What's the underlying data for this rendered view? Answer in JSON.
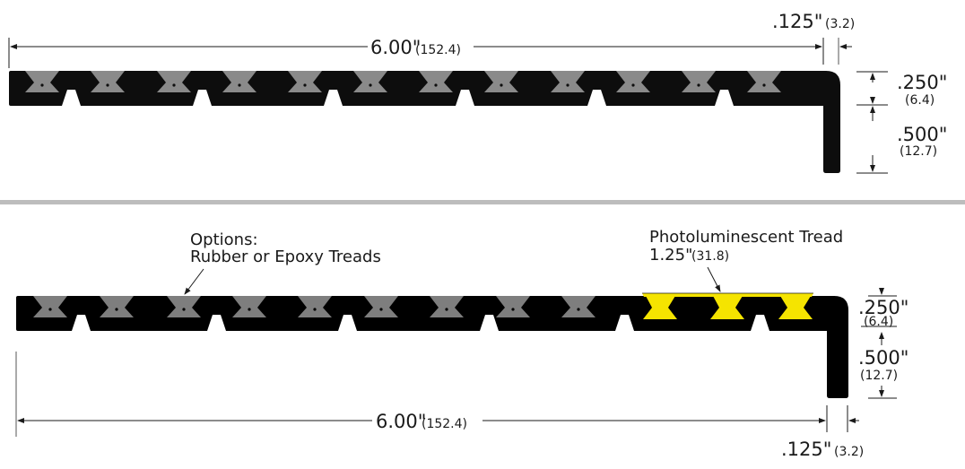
{
  "colors": {
    "body": "#0d0d0d",
    "tread": "#8a8a8a",
    "photoluminescent": "#f5e400",
    "divider": "#bdbdbd",
    "line": "#1a1a1a"
  },
  "top_profile": {
    "width_dim": {
      "imperial": "6.00\"",
      "metric": "(152.4)"
    },
    "nose_dim": {
      "imperial": ".125\"",
      "metric": "(3.2)"
    },
    "thickness_dim": {
      "imperial": ".250\"",
      "metric": "(6.4)"
    },
    "leg_dim": {
      "imperial": ".500\"",
      "metric": "(12.7)"
    },
    "tread_count": 12,
    "tread_color": "gray"
  },
  "bottom_profile": {
    "options_label": {
      "line1": "Options:",
      "line2": "Rubber or Epoxy Treads"
    },
    "photo_label": {
      "line1": "Photoluminescent Tread",
      "imperial": "1.25\"",
      "metric": "(31.8)"
    },
    "width_dim": {
      "imperial": "6.00\"",
      "metric": "(152.4)"
    },
    "nose_dim": {
      "imperial": ".125\"",
      "metric": "(3.2)"
    },
    "thickness_dim": {
      "imperial": ".250\"",
      "metric": "(6.4)"
    },
    "leg_dim": {
      "imperial": ".500\"",
      "metric": "(12.7)"
    },
    "gray_tread_count": 9,
    "yellow_tread_count": 3
  }
}
